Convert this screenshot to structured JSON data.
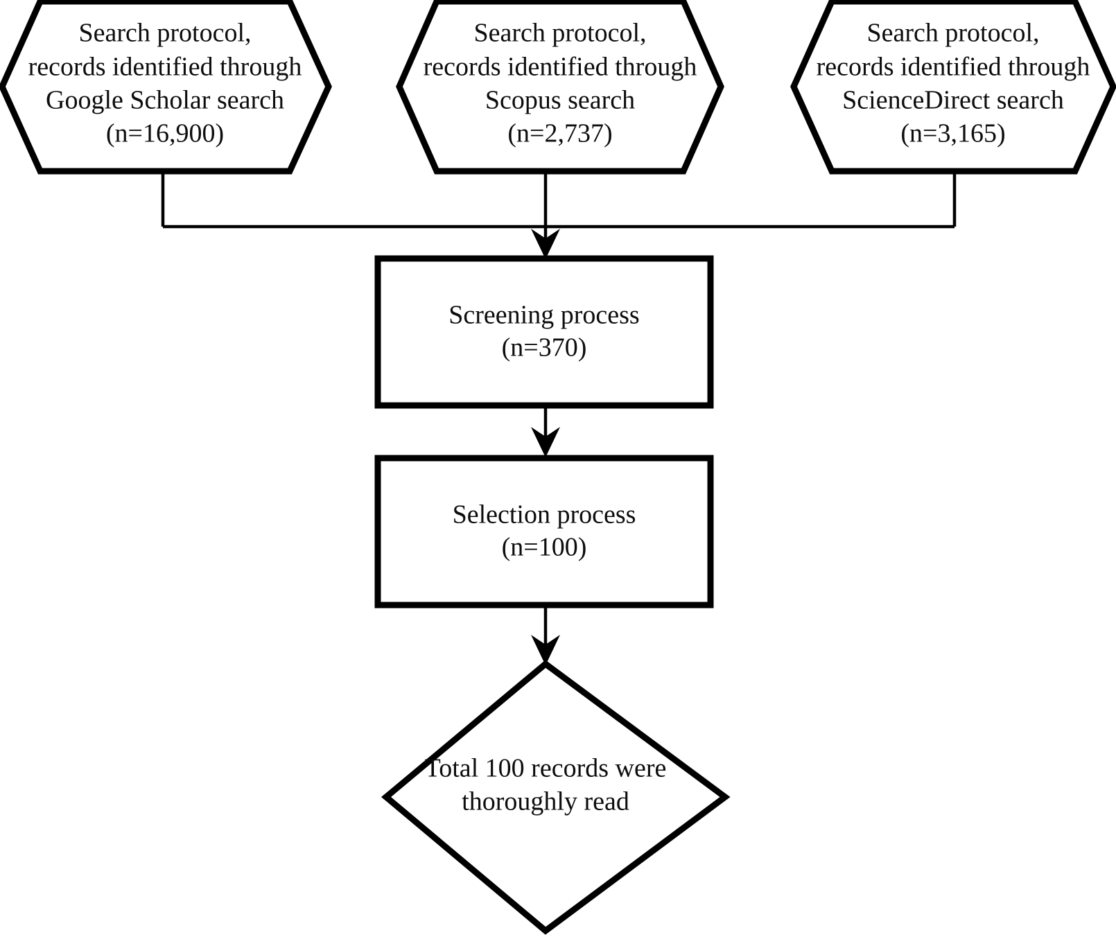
{
  "diagram": {
    "title": "PRISMA-style literature search and selection flowchart",
    "colors": {
      "background": "#ffffff",
      "stroke": "#000000",
      "text": "#0d0d0d"
    },
    "sources": [
      {
        "id": "google-scholar",
        "shape": "hexagon",
        "lines": [
          "Search protocol,",
          "records identified through",
          "Google Scholar search",
          "(n=16,900)"
        ],
        "database": "Google Scholar",
        "count_label": "(n=16,900)",
        "count": 16900
      },
      {
        "id": "scopus",
        "shape": "hexagon",
        "lines": [
          "Search protocol,",
          "records identified through",
          "Scopus search",
          "(n=2,737)"
        ],
        "database": "Scopus",
        "count_label": "(n=2,737)",
        "count": 2737
      },
      {
        "id": "sciencedirect",
        "shape": "hexagon",
        "lines": [
          "Search protocol,",
          "records identified through",
          "ScienceDirect search",
          "(n=3,165)"
        ],
        "database": "ScienceDirect",
        "count_label": "(n=3,165)",
        "count": 3165
      }
    ],
    "stages": [
      {
        "id": "screening",
        "shape": "rectangle",
        "lines": [
          "Screening process",
          "(n=370)"
        ],
        "name": "Screening process",
        "count_label": "(n=370)",
        "count": 370
      },
      {
        "id": "selection",
        "shape": "rectangle",
        "lines": [
          "Selection process",
          "(n=100)"
        ],
        "name": "Selection process",
        "count_label": "(n=100)",
        "count": 100
      }
    ],
    "outcome": {
      "id": "total-read",
      "shape": "diamond",
      "lines": [
        "Total 100 records were",
        "thoroughly read"
      ],
      "count": 100
    }
  }
}
